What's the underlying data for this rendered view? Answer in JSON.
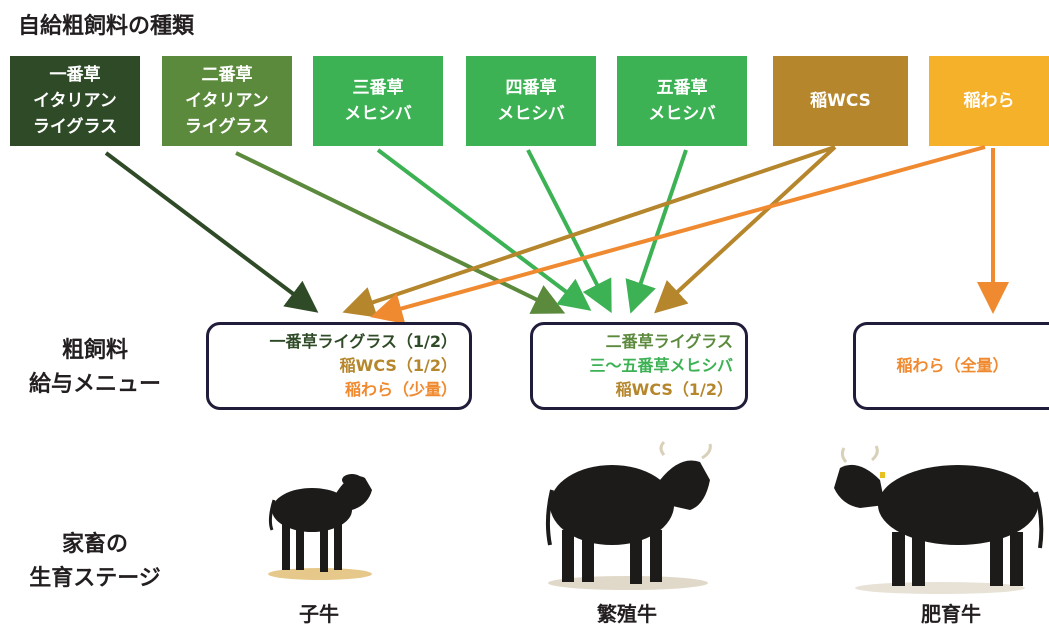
{
  "title": "自給粗飼料の種類",
  "sources": [
    {
      "label": "一番草\nイタリアン\nライグラス",
      "color": "#2e4a26"
    },
    {
      "label": "二番草\nイタリアン\nライグラス",
      "color": "#5b8a3c"
    },
    {
      "label": "三番草\nメヒシバ",
      "color": "#3db254"
    },
    {
      "label": "四番草\nメヒシバ",
      "color": "#3db254"
    },
    {
      "label": "五番草\nメヒシバ",
      "color": "#3db254"
    },
    {
      "label": "稲WCS",
      "color": "#b5862c"
    },
    {
      "label": "稲わら",
      "color": "#f6b12b"
    }
  ],
  "menu_label": "粗飼料\n給与メニュー",
  "menus": [
    {
      "lines": [
        {
          "text": "一番草ライグラス（1/2）",
          "color": "#2e4a26"
        },
        {
          "text": "稲WCS（1/2）",
          "color": "#b5862c"
        },
        {
          "text": "稲わら（少量）",
          "color": "#f08a30"
        }
      ]
    },
    {
      "lines": [
        {
          "text": "二番草ライグラス",
          "color": "#5b8a3c"
        },
        {
          "text": "三～五番草メヒシバ",
          "color": "#3db254"
        },
        {
          "text": "稲WCS（1/2）",
          "color": "#b5862c"
        }
      ]
    },
    {
      "lines": [
        {
          "text": "稲わら（全量）",
          "color": "#f08a30"
        }
      ]
    }
  ],
  "stage_label": "家畜の\n生育ステージ",
  "stages": [
    "子牛",
    "繁殖牛",
    "肥育牛"
  ]
}
